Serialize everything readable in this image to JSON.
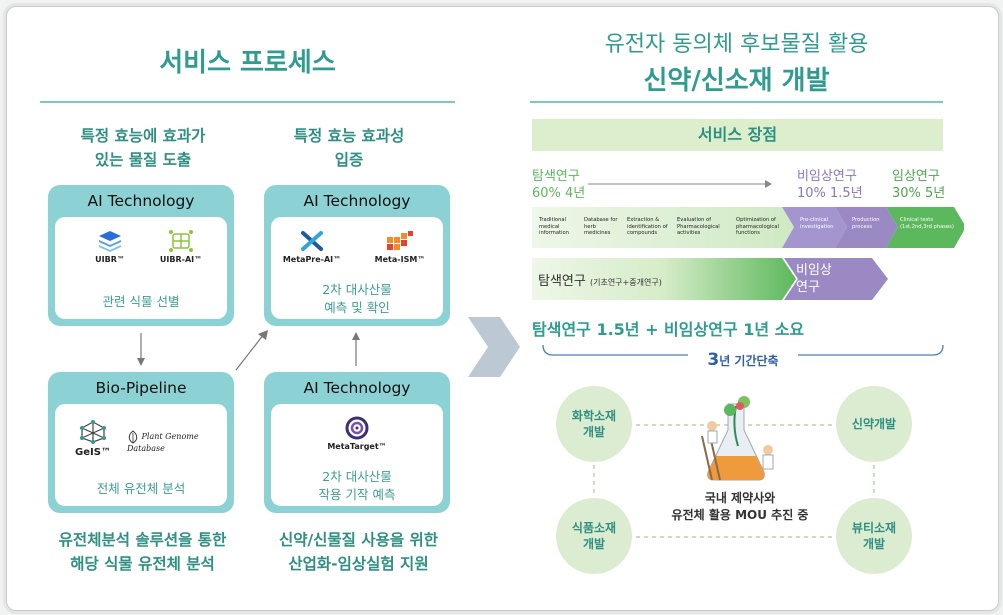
{
  "left": {
    "title": "서비스 프로세스",
    "head1": "특정 효능에 효과가\n있는 물질 도출",
    "head2": "특정 효능 효과성\n입증",
    "cards": [
      {
        "caption": "AI Technology",
        "logos": [
          "UIBR™",
          "UIBR-AI™"
        ],
        "sub": "관련 식물 선별"
      },
      {
        "caption": "AI Technology",
        "logos": [
          "MetaPre-AI™",
          "Meta-ISM™"
        ],
        "sub": "2차 대사산물\n예측 및 확인"
      },
      {
        "caption": "Bio-Pipeline",
        "logos": [
          "GeIS™",
          "Plant Genome Database"
        ],
        "sub": "전체 유전체 분석"
      },
      {
        "caption": "AI Technology",
        "logos": [
          "MetaTarget™"
        ],
        "sub": "2차 대사산물\n작용 기작 예측"
      }
    ],
    "foot1": "유전체분석 솔루션을 통한\n해당 식물 유전체 분석",
    "foot2": "신약/신물질 사용을 위한\n산업화-임상실험 지원"
  },
  "right": {
    "title1": "유전자 동의체 후보물질 활용",
    "title2": "신약/신소재 개발",
    "advantage": "서비스 장점",
    "timeline": {
      "explore_label": "탐색연구",
      "explore_value": "60% 4년",
      "nonclinical_label": "비임상연구",
      "nonclinical_value": "10% 1.5년",
      "clinical_label": "임상연구",
      "clinical_value": "30% 5년"
    },
    "steps": [
      "Traditional medical information",
      "Database for herb medicines",
      "Extraction & identification of compounds",
      "Evaluation of Pharmacological activities",
      "Optimization of pharmacological functions",
      "Pre-clinical investigation",
      "Production process",
      "Clinical tests (1st,2nd,3rd phases)"
    ],
    "bar_explore_main": "탐색연구",
    "bar_explore_sub": "(기초연구+중개연구)",
    "bar_nonclinical": "비임상\n연구",
    "summary": "탐색연구 1.5년 + 비임상연구 1년 소요",
    "reduction_num": "3",
    "reduction_text": "년 기간단축",
    "circles": [
      "화학소재\n개발",
      "신약개발",
      "식품소재\n개발",
      "뷰티소재\n개발"
    ],
    "center_text": "국내 제약사와\n유전체 활용 MOU 추진 중"
  },
  "colors": {
    "accent": "#2f9c8f",
    "card": "#8cd2d4",
    "green": "#5cb85c",
    "purple": "#9b89c4",
    "light_green": "#dceecb"
  }
}
